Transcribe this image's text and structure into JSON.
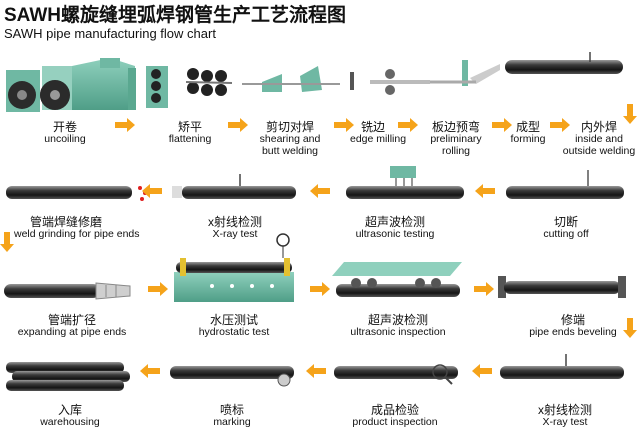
{
  "title_cn": "SAWH螺旋缝埋弧焊钢管生产工艺流程图",
  "title_en": "SAWH pipe manufacturing flow chart",
  "row1": [
    {
      "cn": "开卷",
      "en": "uncoiling"
    },
    {
      "cn": "矫平",
      "en": "flattening"
    },
    {
      "cn": "剪切对焊",
      "en": "shearing and butt welding"
    },
    {
      "cn": "铣边",
      "en": "edge milling"
    },
    {
      "cn": "板边预弯",
      "en": "preliminary rolling"
    },
    {
      "cn": "成型",
      "en": "forming"
    },
    {
      "cn": "内外焊",
      "en": "inside and outside welding"
    }
  ],
  "row2": [
    {
      "cn": "管端焊缝修磨",
      "en": "weld grinding for pipe ends"
    },
    {
      "cn": "x射线检测",
      "en": "X-ray test"
    },
    {
      "cn": "超声波检测",
      "en": "ultrasonic testing"
    },
    {
      "cn": "切断",
      "en": "cutting off"
    }
  ],
  "row3": [
    {
      "cn": "管端扩径",
      "en": "expanding at pipe ends"
    },
    {
      "cn": "水压测试",
      "en": "hydrostatic test"
    },
    {
      "cn": "超声波检测",
      "en": "ultrasonic inspection"
    },
    {
      "cn": "修端",
      "en": "pipe ends beveling"
    }
  ],
  "row4": [
    {
      "cn": "入库",
      "en": "warehousing"
    },
    {
      "cn": "喷标",
      "en": "marking"
    },
    {
      "cn": "成品检验",
      "en": "product inspection"
    },
    {
      "cn": "x射线检测",
      "en": "X-ray test"
    }
  ],
  "colors": {
    "arrow": "#f5a31a",
    "machine": "#6fb8a3",
    "pipe_dark": "#1f1f1f",
    "pipe_light": "#8c8c8c",
    "red_mark": "#e02020"
  }
}
